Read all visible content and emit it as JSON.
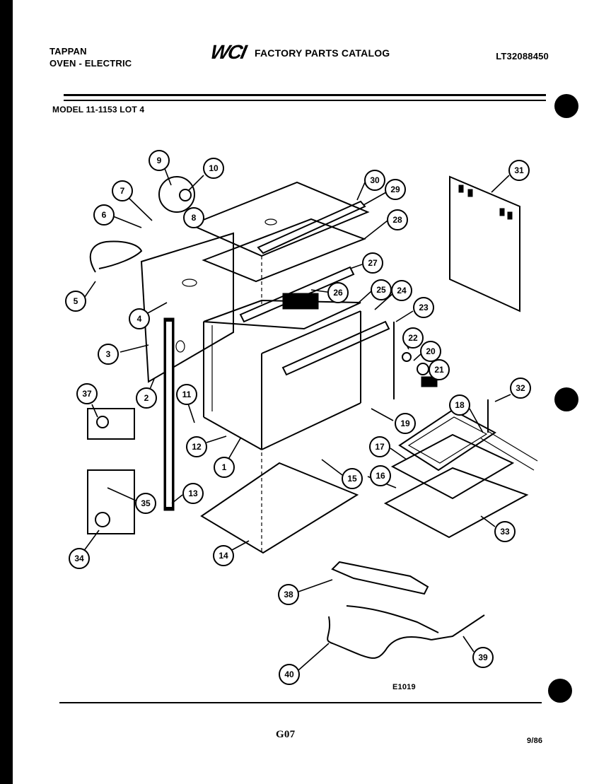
{
  "header": {
    "brand": "TAPPAN",
    "product": "OVEN - ELECTRIC",
    "logo_text": "WCI",
    "catalog_title": "FACTORY PARTS CATALOG",
    "document_number": "LT32088450",
    "model_line": "MODEL 11-1153 LOT 4"
  },
  "diagram": {
    "callouts": [
      "1",
      "2",
      "3",
      "4",
      "5",
      "6",
      "7",
      "8",
      "9",
      "10",
      "11",
      "12",
      "13",
      "14",
      "15",
      "16",
      "17",
      "18",
      "19",
      "20",
      "21",
      "22",
      "23",
      "24",
      "25",
      "26",
      "27",
      "28",
      "29",
      "30",
      "31",
      "32",
      "33",
      "34",
      "35",
      "37",
      "38",
      "39",
      "40"
    ]
  },
  "footer": {
    "drawing_code": "E1019",
    "page_code": "G07",
    "date": "9/86"
  },
  "colors": {
    "ink": "#000000",
    "paper": "#ffffff"
  }
}
